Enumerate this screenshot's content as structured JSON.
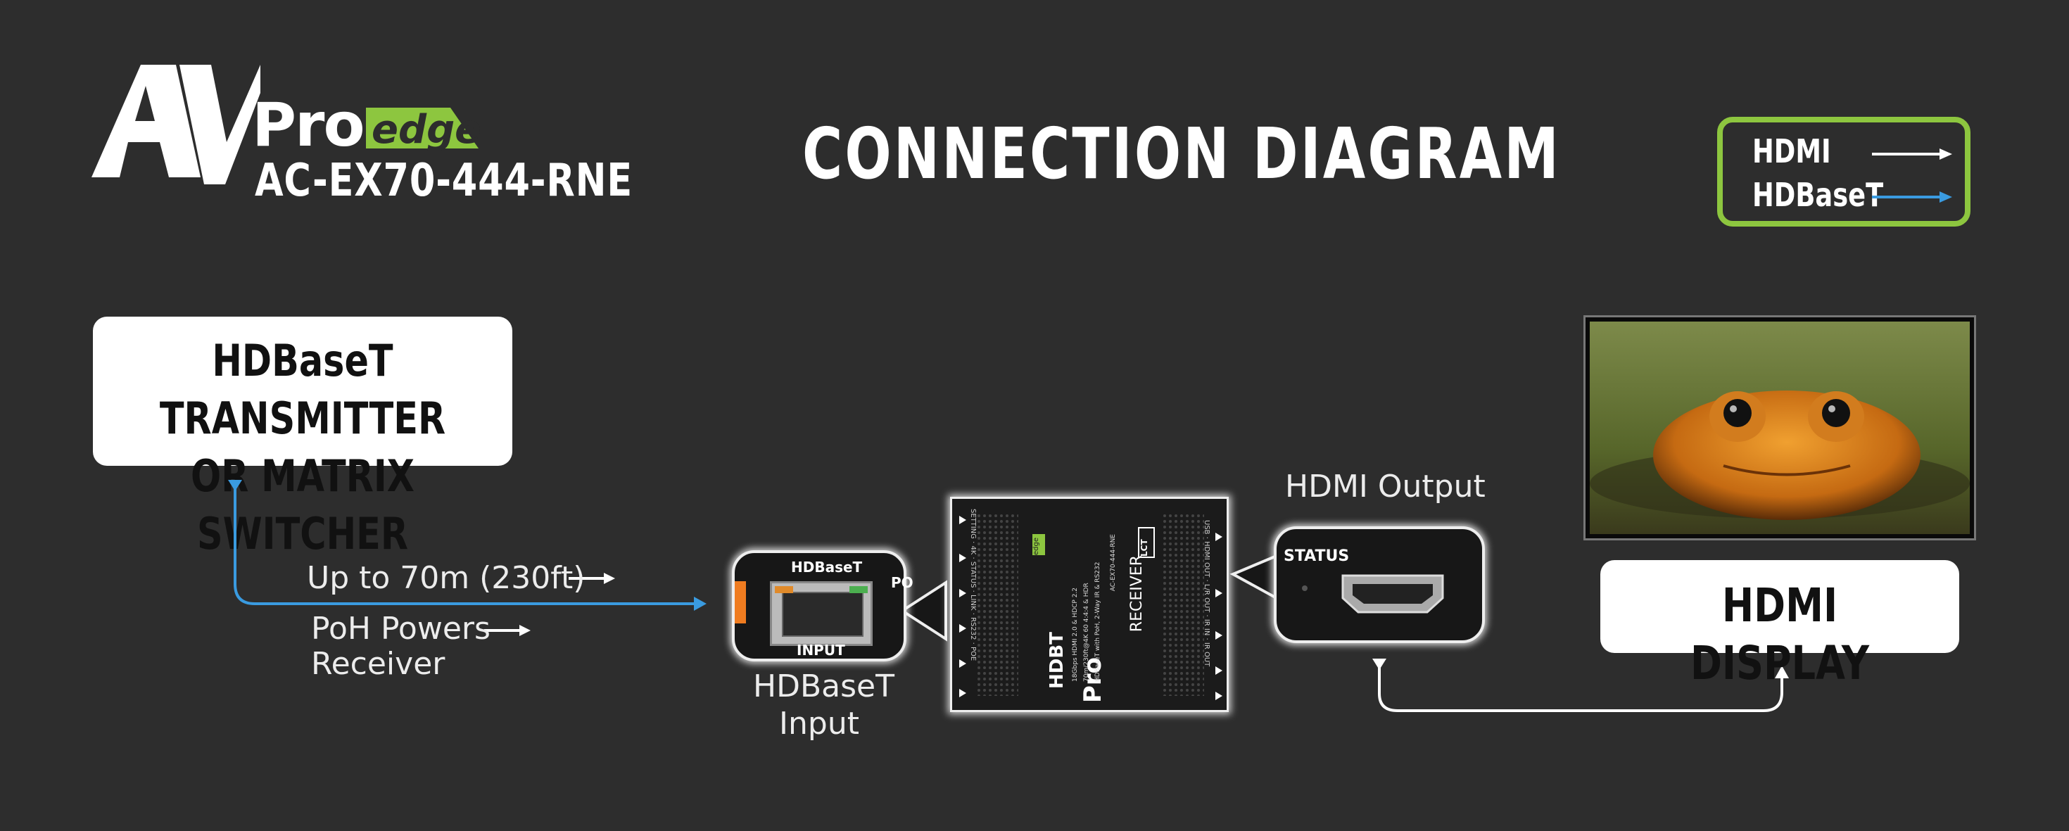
{
  "logo": {
    "brand": "Pro",
    "sub_brand": "edge",
    "model": "AC-EX70-444-RNE"
  },
  "title": "CONNECTION DIAGRAM",
  "legend": {
    "hdmi_label": "HDMI",
    "hdbaset_label": "HDBaseT",
    "hdmi_color": "#ffffff",
    "hdbaset_color": "#3a9be0",
    "border_color": "#8dc63f"
  },
  "source_box": {
    "line1": "HDBaseT TRANSMITTER",
    "line2": "OR MATRIX SWITCHER"
  },
  "cable_note": {
    "distance": "Up to 70m (230ft)",
    "power_line1": "PoH Powers",
    "power_line2": "Receiver"
  },
  "input_callout": {
    "port_top_label": "HDBaseT",
    "port_bottom_label": "INPUT",
    "edge_label": "PO",
    "caption_line1": "HDBaseT",
    "caption_line2": "Input"
  },
  "receiver": {
    "brand_tag": "edge",
    "hdbt_label": "HDBT",
    "lct_label": "LCT",
    "type_label": "RECEIVER",
    "model_text": "AC-EX70-444-RNE",
    "spec_line1": "18Gbps HDMI 2.0 & HDCP 2.2",
    "spec_line2": "70m/230ft@4K 60 4:4:4 & HDR",
    "spec_line3": "HDBaseT with PoH, 2-Way IR & RS232",
    "left_labels": [
      "SETTING",
      "4K",
      "STATUS",
      "LINK",
      "RS232",
      "POE"
    ],
    "right_labels": [
      "USB",
      "HDMI OUT",
      "L/R OUT",
      "IR IN",
      "IR OUT"
    ]
  },
  "output_callout": {
    "status_label": "STATUS",
    "caption": "HDMI Output"
  },
  "display_box": {
    "label": "HDMI DISPLAY"
  }
}
